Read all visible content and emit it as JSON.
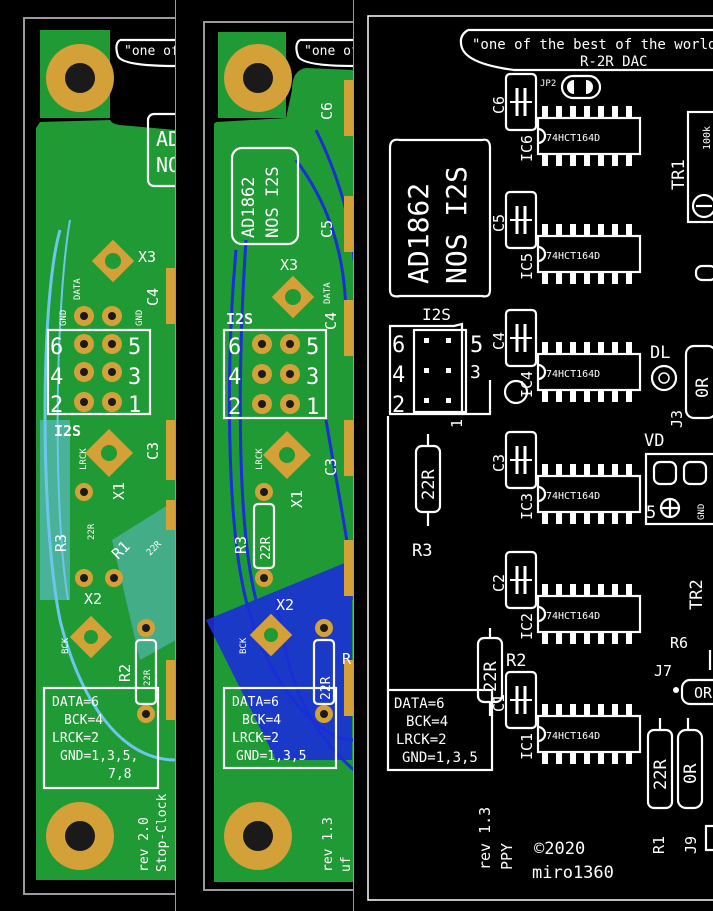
{
  "colors": {
    "board_green": "#1f9a35",
    "board_green_dark": "#158a2c",
    "copper_blue": "#1a2fd6",
    "light_blue": "#6ec6ea",
    "pad_gold": "#d4a038",
    "silk_white": "#ffffff",
    "outline_gray": "#9a9a9a"
  },
  "panel1": {
    "tagline": "\"one of",
    "title_frag_1": "AD",
    "title_frag_2": "NO",
    "x3": "X3",
    "data": "DATA",
    "gnd": "GND",
    "c4": "C4",
    "header_left": [
      "6",
      "4",
      "2"
    ],
    "header_right": [
      "5",
      "3",
      "1"
    ],
    "i2s": "I2S",
    "lrck": "LRCK",
    "x1": "X1",
    "c3": "C3",
    "r3": "R3",
    "r3_val": "22R",
    "r1": "R1",
    "r1_val": "22R",
    "x2": "X2",
    "bck": "BCK",
    "r2": "R2",
    "r2_val": "22R",
    "legend": [
      "DATA=6",
      "BCK=4",
      "LRCK=2",
      "GND=1,3,5,",
      "7,8"
    ],
    "rev": "rev 2.0",
    "stop": "Stop-Clock"
  },
  "panel2": {
    "tagline": "\"one of",
    "c6": "C6",
    "c5": "C5",
    "c4": "C4",
    "c3": "C3",
    "title_1": "AD1862",
    "title_2": "NOS I2S",
    "x3": "X3",
    "data": "DATA",
    "i2s": "I2S",
    "header_left": [
      "6",
      "4",
      "2"
    ],
    "header_right": [
      "5",
      "3",
      "1"
    ],
    "lrck": "LRCK",
    "x1": "X1",
    "r3": "R3",
    "r3_val": "22R",
    "x2": "X2",
    "bck": "BCK",
    "r2_val": "22R",
    "r_frag": "R",
    "legend": [
      "DATA=6",
      "BCK=4",
      "LRCK=2",
      "GND=1,3,5"
    ],
    "rev": "rev 1.3",
    "uf": "uf"
  },
  "panel3": {
    "tagline_1": "\"one of the best of the world's",
    "tagline_2": "R-2R DAC",
    "jp2": "JP2",
    "title_1": "AD1862",
    "title_2": "NOS I2S",
    "caps": [
      "C6",
      "C5",
      "C4",
      "C3",
      "C2",
      "C1"
    ],
    "ics": [
      "IC6",
      "IC5",
      "IC4",
      "IC3",
      "IC2",
      "IC1"
    ],
    "ic_part": "74HCT164D",
    "i2s": "I2S",
    "header_left": [
      "6",
      "4",
      "2"
    ],
    "header_right": [
      "5",
      "3"
    ],
    "pin1": "1",
    "r3": "R3",
    "r3_val": "22R",
    "r2": "R2",
    "r2_val": "22R",
    "r1": "R1",
    "r1_val": "22R",
    "tr1": "TR1",
    "tr1_val": "100k",
    "tr2": "TR2",
    "dl": "DL",
    "j3": "J3",
    "or_val": "0R",
    "vd": "VD",
    "vd_pin": "5",
    "gnd": "GND",
    "r6": "R6",
    "j7": "J7",
    "j7_val": "OR",
    "j9": "J9",
    "j9_val": "0R",
    "legend": [
      "DATA=6",
      "BCK=4",
      "LRCK=2",
      "GND=1,3,5"
    ],
    "rev": "rev 1.3",
    "ppy": "PPY",
    "copyright": "©2020",
    "author": "miro1360"
  }
}
